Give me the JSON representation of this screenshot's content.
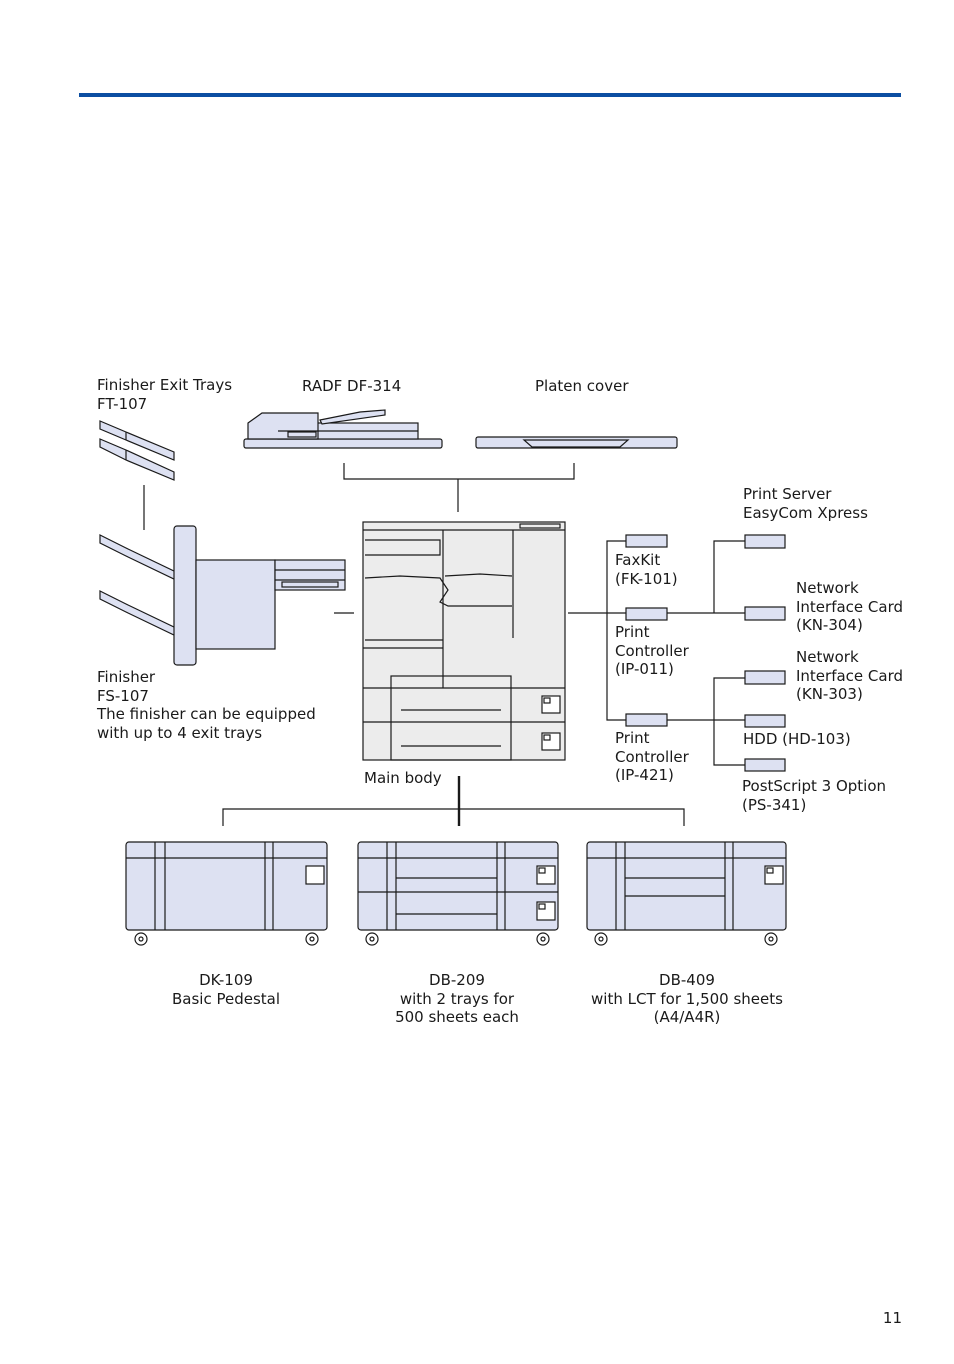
{
  "page_number": "11",
  "accent_color": "#0c4ea2",
  "part_fill_color": "#dde1f2",
  "labels": {
    "finisher_exit_trays": "Finisher Exit Trays\nFT-107",
    "radf": "RADF DF-314",
    "platen_cover": "Platen cover",
    "print_server": "Print Server\nEasyCom Xpress",
    "faxkit": "FaxKit\n(FK-101)",
    "network_card_304": "Network\nInterface Card\n(KN-304)",
    "print_controller_011": "Print\nController\n(IP-011)",
    "network_card_303": "Network\nInterface Card\n(KN-303)",
    "finisher": "Finisher\nFS-107\nThe finisher can be equipped\nwith up to 4 exit trays",
    "hdd": "HDD (HD-103)",
    "print_controller_421": "Print\nController\n(IP-421)",
    "postscript": "PostScript 3 Option\n(PS-341)",
    "main_body": "Main body",
    "dk109": "DK-109\nBasic Pedestal",
    "db209": "DB-209\nwith 2 trays for\n500 sheets each",
    "db409": "DB-409\nwith LCT for 1,500 sheets\n(A4/A4R)"
  }
}
